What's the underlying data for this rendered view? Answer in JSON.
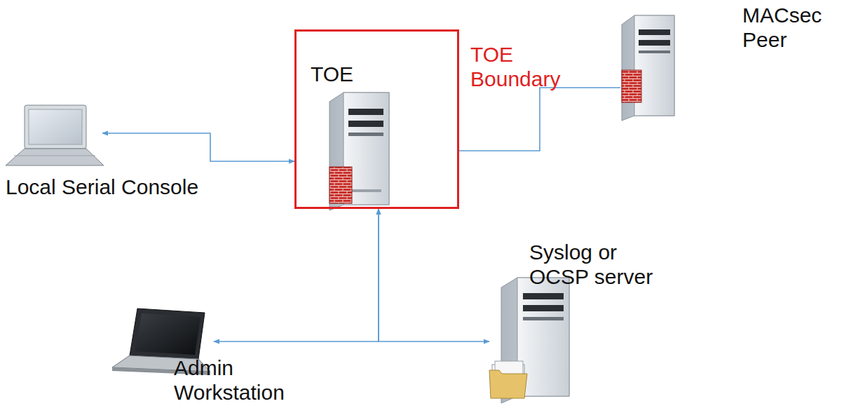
{
  "diagram": {
    "nodes": [
      {
        "text": [
          "TOE",
          "TOE Boundary"
        ]
      },
      {
        "text": [
          "MACsec Peer"
        ]
      },
      {
        "text": [
          "Local Serial Console"
        ]
      },
      {
        "text": [
          "Syslog or OCSP server"
        ]
      },
      {
        "text": [
          "Admin Workstation"
        ]
      }
    ],
    "edges": [
      {
        "from": 2,
        "to": 0,
        "arrow": "both"
      },
      {
        "from": 0,
        "to": 1,
        "arrow": "none"
      },
      {
        "from": 4,
        "to": 0,
        "arrow": "both"
      },
      {
        "from": 3,
        "to": 0,
        "arrow": "both"
      }
    ]
  }
}
